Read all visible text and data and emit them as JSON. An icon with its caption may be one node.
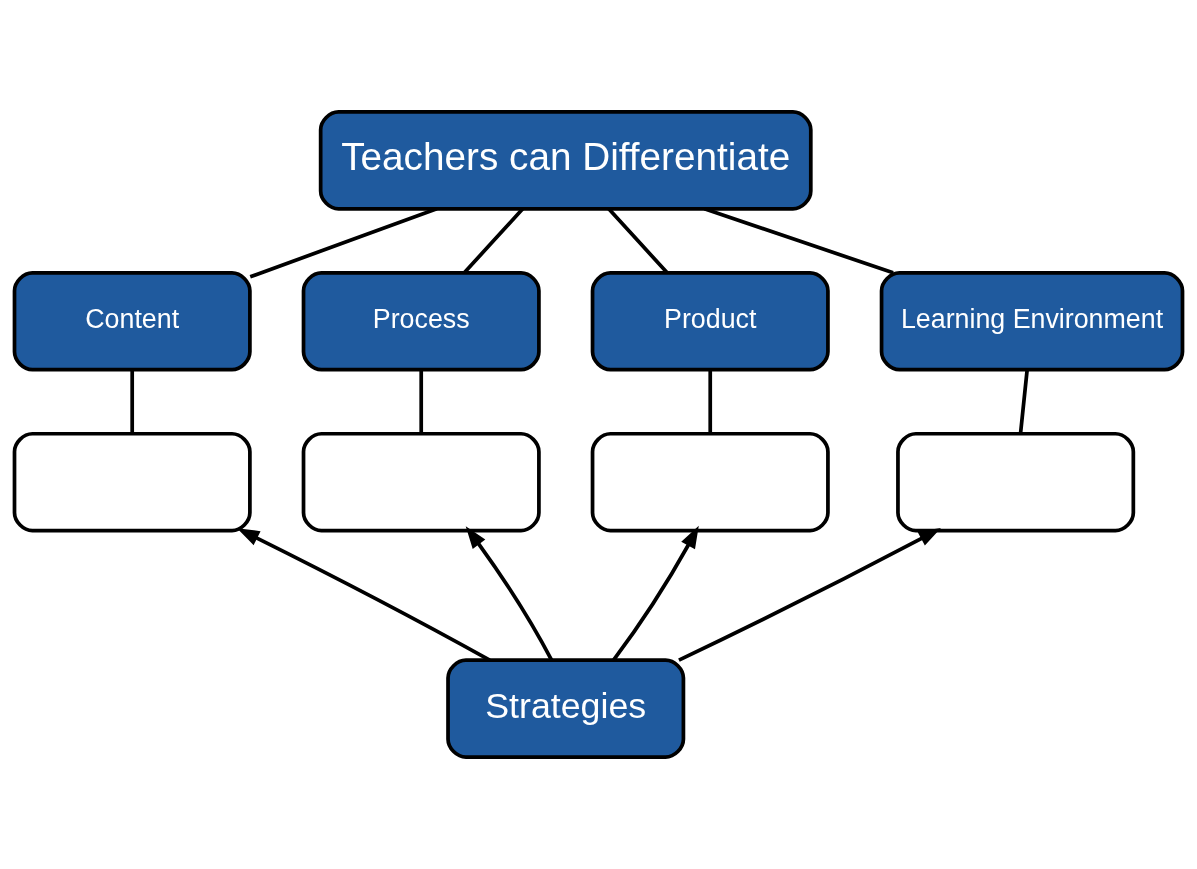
{
  "diagram": {
    "nodes": [
      {
        "text": [
          "Teachers can Differentiate"
        ]
      },
      {
        "text": [
          "Content"
        ]
      },
      {
        "text": [
          "Process"
        ]
      },
      {
        "text": [
          "Product"
        ]
      },
      {
        "text": [
          "Learning Environment"
        ]
      },
      {
        "text": [],
        "shape": "box"
      },
      {
        "text": [],
        "shape": "box"
      },
      {
        "text": [],
        "shape": "box"
      },
      {
        "text": [],
        "shape": "box"
      },
      {
        "text": [
          "Strategies"
        ]
      }
    ],
    "edges": [
      {
        "from": 0,
        "to": 1,
        "arrow": "none"
      },
      {
        "from": 0,
        "to": 2,
        "arrow": "none"
      },
      {
        "from": 0,
        "to": 3,
        "arrow": "none"
      },
      {
        "from": 0,
        "to": 4,
        "arrow": "none"
      },
      {
        "from": 1,
        "to": 5,
        "arrow": "none"
      },
      {
        "from": 2,
        "to": 6,
        "arrow": "none"
      },
      {
        "from": 3,
        "to": 7,
        "arrow": "none"
      },
      {
        "from": 4,
        "to": 8,
        "arrow": "none"
      },
      {
        "from": 9,
        "to": 5,
        "arrow": "to"
      },
      {
        "from": 9,
        "to": 6,
        "arrow": "to"
      },
      {
        "from": 9,
        "to": 7,
        "arrow": "to"
      },
      {
        "from": 9,
        "to": 8,
        "arrow": "to"
      }
    ]
  }
}
